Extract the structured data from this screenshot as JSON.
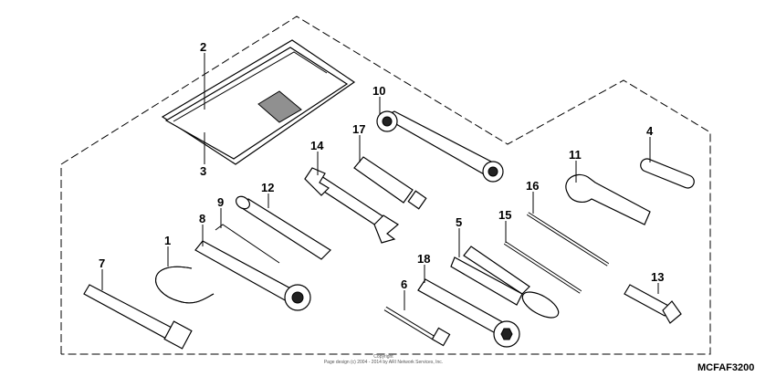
{
  "callouts": {
    "c1": "1",
    "c2": "2",
    "c3": "3",
    "c4": "4",
    "c5": "5",
    "c6": "6",
    "c7": "7",
    "c8": "8",
    "c9": "9",
    "c10": "10",
    "c11": "11",
    "c12": "12",
    "c13": "13",
    "c14": "14",
    "c15": "15",
    "c16": "16",
    "c17": "17",
    "c18": "18"
  },
  "reference_code": "MCFAF3200",
  "copyright": {
    "line1": "Copyright",
    "line2": "Page design (c) 2004 - 2014 by ARI Network Services, Inc."
  }
}
